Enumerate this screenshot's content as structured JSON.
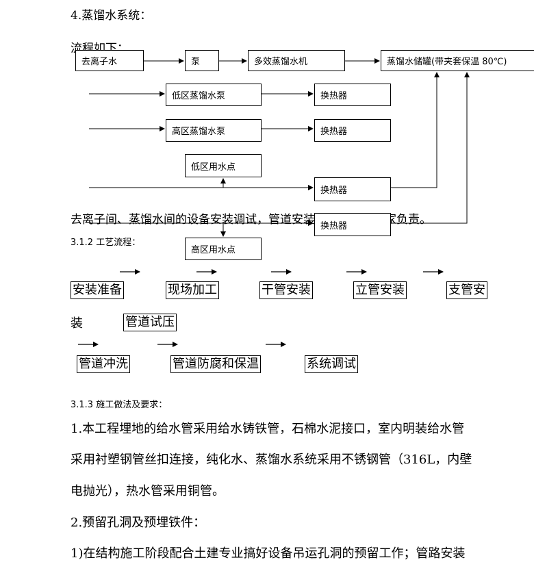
{
  "doc": {
    "section_title": "4.蒸馏水系统：",
    "flow_intro": "流程如下：",
    "flow_boxes": {
      "deionized": "去离子水",
      "pump": "泵",
      "distiller": "多效蒸馏水机",
      "tank": "蒸馏水储罐(带夹套保温 80℃)",
      "low_pump": "低区蒸馏水泵",
      "high_pump": "高区蒸馏水泵",
      "hx1": "换热器",
      "hx2": "换热器",
      "hx3": "换热器",
      "hx4": "换热器",
      "low_point": "低区用水点",
      "high_point": "高区用水点"
    },
    "install_note": "去离子间、蒸馏水间的设备安装调试，管道安装由专业生产厂家负责。",
    "sub_312": "3.1.2 工艺流程：",
    "process_steps": [
      "安装准备",
      "现场加工",
      "干管安装",
      "立管安装",
      "支管安",
      "装",
      "管道试压",
      "管道冲洗",
      "管道防腐和保温",
      "系统调试"
    ],
    "sub_313": "3.1.3 施工做法及要求：",
    "para1_line1": "1.本工程埋地的给水管采用给水铸铁管，石棉水泥接口，室内明装给水管",
    "para1_line2": "采用衬塑钢管丝扣连接，纯化水、蒸馏水系统采用不锈钢管（316L，内壁",
    "para1_line3": "电抛光），热水管采用铜管。",
    "para2": "2.预留孔洞及预埋铁件：",
    "para3": "1)在结构施工阶段配合土建专业搞好设备吊运孔洞的预留工作；管路安装"
  }
}
